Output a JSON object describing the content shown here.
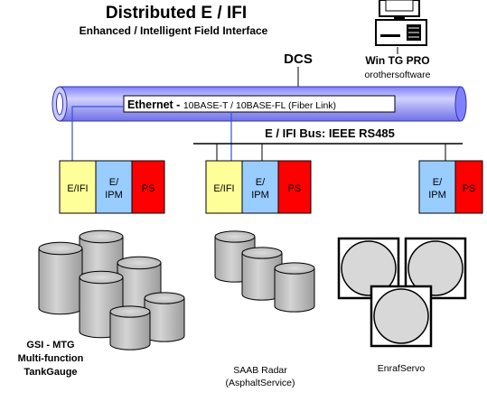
{
  "title": "Distributed E / IFI",
  "subtitle": "Enhanced / Intelligent Field Interface",
  "dcs_label": "DCS",
  "workstation": {
    "name": "Win TG PRO",
    "vendor": "orothersoftware"
  },
  "ethernet": {
    "label_bold": "Ethernet - ",
    "label_rest": "10BASE-T / 10BASE-FL (Fiber Link)"
  },
  "bus_label": "E / IFI Bus: IEEE RS485",
  "modules": {
    "group1": {
      "efi": "E/IFI",
      "ipm_line1": "E/",
      "ipm_line2": "IPM",
      "ps": "PS"
    },
    "group2": {
      "efi": "E/IFI",
      "ipm_line1": "E/",
      "ipm_line2": "IPM",
      "ps": "PS"
    },
    "group3": {
      "ipm_line1": "E/",
      "ipm_line2": "IPM",
      "ps": "PS"
    }
  },
  "captions": {
    "gsi": [
      "GSI - MTG",
      "Multi-function",
      "TankGauge"
    ],
    "saab": [
      "SAAB Radar",
      "(AsphaltService)"
    ],
    "enraf": "EnrafServo"
  },
  "colors": {
    "efi": "#ffff99",
    "ipm": "#99ccff",
    "ps": "#ff0000",
    "ethernet_pipe": "#a8a8ff",
    "tank": "#c0c0c0",
    "bus_line": "#000000",
    "ethernet_link_line": "#3355cc"
  }
}
